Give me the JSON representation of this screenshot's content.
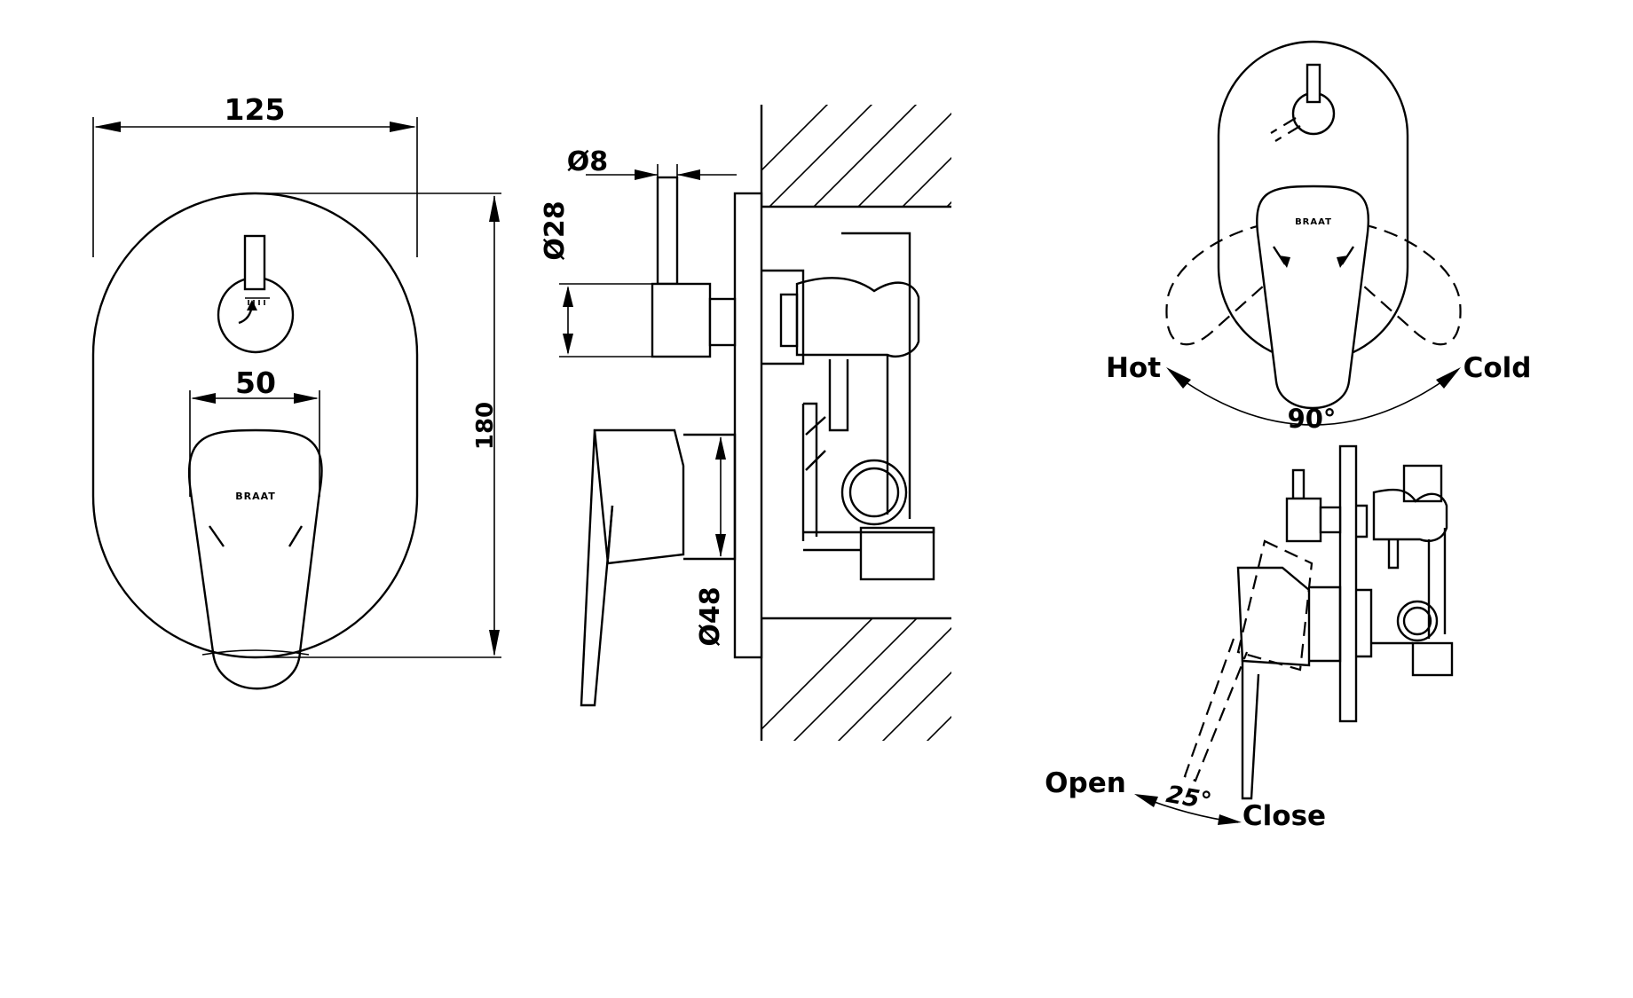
{
  "front_view": {
    "width_dim": "125",
    "height_dim": "180",
    "lever_dim": "50",
    "brand_mark": "BRAAT"
  },
  "side_view": {
    "stem_dia": "Ø8",
    "knob_dia": "Ø28",
    "flange_dia": "Ø48"
  },
  "rotation_view": {
    "hot_label": "Hot",
    "cold_label": "Cold",
    "angle_label": "90°",
    "brand_mark": "BRAAT"
  },
  "tilt_view": {
    "open_label": "Open",
    "close_label": "Close",
    "angle_label": "25°"
  },
  "colors": {
    "line": "#000000",
    "background": "#ffffff"
  }
}
